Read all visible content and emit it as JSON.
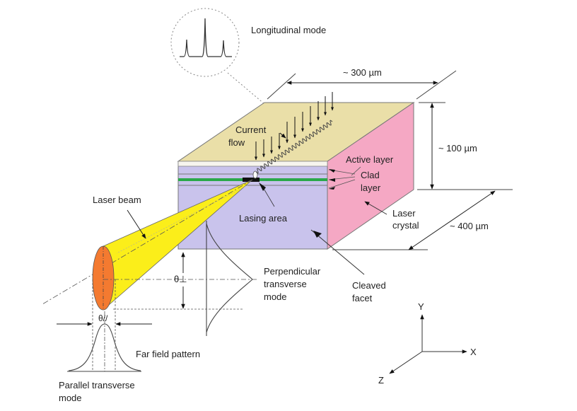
{
  "diagram": {
    "title": "Semiconductor laser diode structure",
    "colors": {
      "top_face": "#eadfa8",
      "front_face": "#c9c3ec",
      "right_face": "#f5a8c4",
      "active_layer": "#2aa84a",
      "beam": "#fbee1a",
      "beam_spot": "#f47a30",
      "line": "#333333"
    },
    "labels": {
      "longitudinal_mode": "Longitudinal mode",
      "dim_length": "~ 300 µm",
      "dim_height": "~ 100 µm",
      "dim_width": "~ 400 µm",
      "current_flow_1": "Current",
      "current_flow_2": "flow",
      "active_layer": "Active layer",
      "clad_layer_1": "Clad",
      "clad_layer_2": "layer",
      "laser_crystal_1": "Laser",
      "laser_crystal_2": "crystal",
      "laser_beam": "Laser beam",
      "lasing_area": "Lasing area",
      "theta_perp": "θ⊥",
      "theta_par": "θ//",
      "perp_mode_1": "Perpendicular",
      "perp_mode_2": "transverse",
      "perp_mode_3": "mode",
      "cleaved_facet_1": "Cleaved",
      "cleaved_facet_2": "facet",
      "far_field": "Far field pattern",
      "parallel_mode_1": "Parallel transverse",
      "parallel_mode_2": "mode",
      "axis_x": "X",
      "axis_y": "Y",
      "axis_z": "Z"
    }
  }
}
